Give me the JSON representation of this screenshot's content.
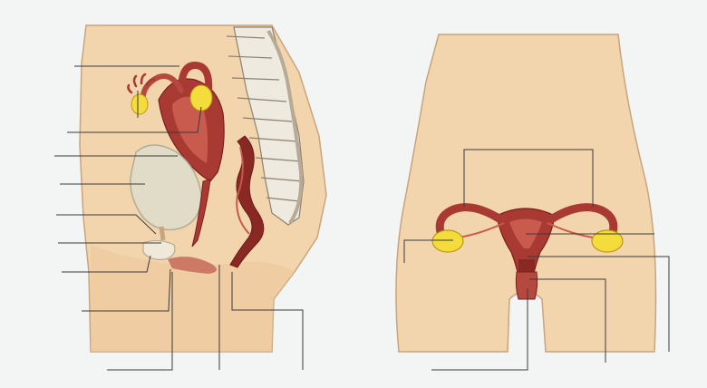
{
  "figures": [
    {
      "id": "sagittal-section",
      "structures": [
        "skin-outline",
        "spine",
        "uterus",
        "ovary",
        "fallopian-tube",
        "fimbriae",
        "bladder",
        "urethra",
        "vagina",
        "rectum",
        "pubic-bone",
        "perineum"
      ],
      "label_line_count": 12
    },
    {
      "id": "frontal-view",
      "structures": [
        "torso-outline",
        "uterus",
        "fallopian-tube",
        "ovary",
        "cervix",
        "vagina"
      ],
      "label_line_count": 6
    }
  ],
  "colors": {
    "background": "#f3f4f4",
    "skin": "#f2d5ad",
    "skin_outline": "#c9a47c",
    "muscle_red": "#a83a33",
    "dark_red": "#7a1f1c",
    "organ_pink": "#d9897a",
    "ovary_yellow": "#f4dc3c",
    "bladder": "#e1dcc8",
    "bone": "#eeeadf",
    "leader_line": "#3a3a3a"
  }
}
